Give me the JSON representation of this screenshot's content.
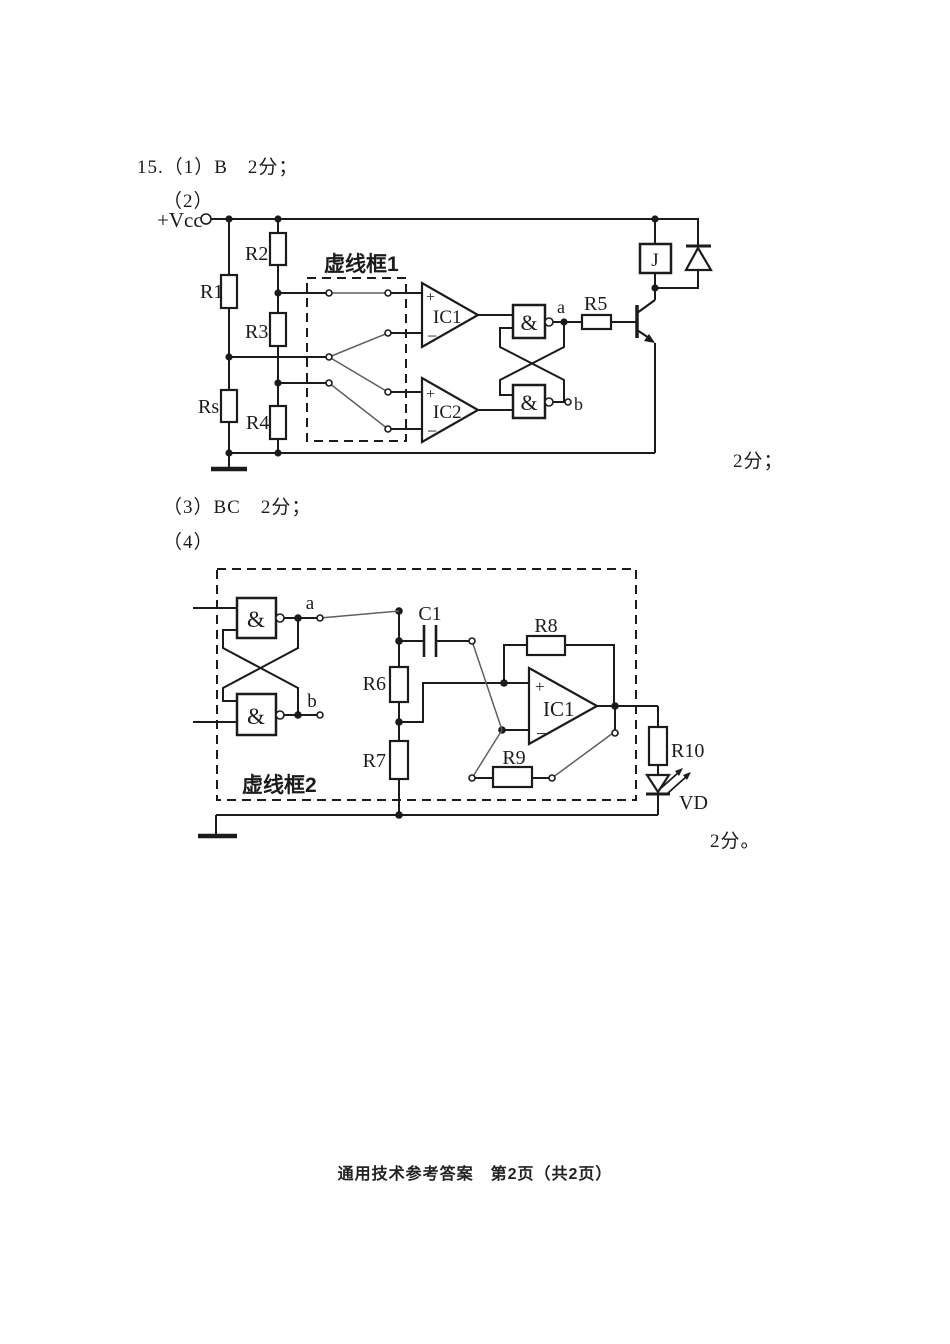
{
  "page": {
    "background": "#ffffff",
    "ink_color": "#1b1b1b",
    "answer_line_color": "#5f5f5f"
  },
  "answers": {
    "line1": "15.（1）B　2分；",
    "item2": "（2）",
    "score2": "2分；",
    "item3": "（3）BC　2分；",
    "item4": "（4）",
    "score4": "2分。"
  },
  "footer": {
    "text": "通用技术参考答案　第2页（共2页）"
  },
  "circuit1": {
    "box_label": "虚线框1",
    "vcc": "+Vcc",
    "r1": "R1",
    "r2": "R2",
    "r3": "R3",
    "rs": "Rs",
    "r4": "R4",
    "r5": "R5",
    "ic1": "IC1",
    "ic2": "IC2",
    "nand": "&",
    "plus": "+",
    "minus": "−",
    "node_a": "a",
    "node_b": "b",
    "relay": "J"
  },
  "circuit2": {
    "box_label": "虚线框2",
    "node_a": "a",
    "node_b": "b",
    "nand": "&",
    "c1": "C1",
    "r6": "R6",
    "r7": "R7",
    "r8": "R8",
    "r9": "R9",
    "r10": "R10",
    "ic1": "IC1",
    "plus": "+",
    "minus": "−",
    "vd": "VD"
  }
}
